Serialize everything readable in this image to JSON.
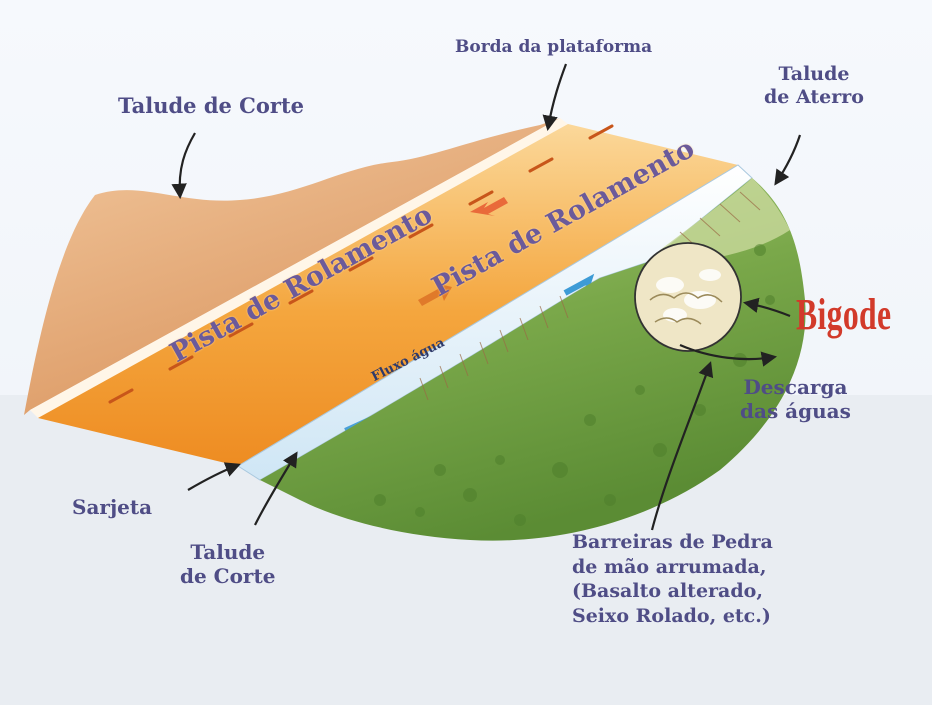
{
  "labels": {
    "talude_corte_top": "Talude de Corte",
    "borda_plataforma": "Borda da plataforma",
    "talude_aterro": [
      "Talude",
      "de Aterro"
    ],
    "bigode": "Bigode",
    "descarga": [
      "Descarga",
      "das águas"
    ],
    "sarjeta": "Sarjeta",
    "talude_corte_bottom": [
      "Talude",
      "de Corte"
    ],
    "barreiras": [
      "Barreiras de Pedra",
      "de mão arrumada,",
      "(Basalto alterado,",
      "Seixo Rolado, etc.)"
    ],
    "lane_left": "Pista de Rolamento",
    "lane_right": "Pista de Rolamento",
    "fluxo": "Fluxo água"
  },
  "colors": {
    "label_text": "#4f4d86",
    "highlight_text": "#d23a2a",
    "road": "#f2a13d",
    "gutter": "#d8ecf8",
    "vegetation": "#7aa84a",
    "earth_cut": "#e8b98a"
  }
}
